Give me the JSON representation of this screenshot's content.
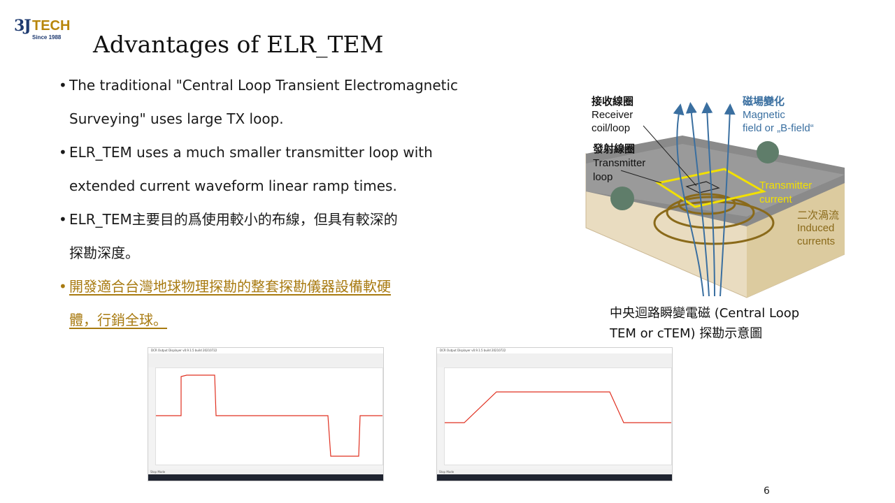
{
  "logo": {
    "mark": "3J",
    "word": "TECH",
    "since": "Since 1988"
  },
  "title": "Advantages of ELR_TEM",
  "bullets": [
    {
      "marker": "•",
      "text": "The traditional \"Central Loop Transient Electromagnetic"
    },
    {
      "marker": "",
      "text": "Surveying\" uses large TX loop."
    },
    {
      "marker": "•",
      "text": "ELR_TEM uses a much smaller transmitter loop with"
    },
    {
      "marker": "",
      "text": "extended current waveform linear ramp times."
    },
    {
      "marker": "•",
      "text": "ELR_TEM主要目的爲使用較小的布線，但具有較深的"
    },
    {
      "marker": "",
      "text": "探勘深度。"
    },
    {
      "marker": "•",
      "text": "開發適合台灣地球物理探勘的整套探勘儀器設備軟硬"
    },
    {
      "marker": "",
      "text": "體，行銷全球。"
    }
  ],
  "figure": {
    "receiver_zh": "接收線圈",
    "receiver_en_1": "Receiver",
    "receiver_en_2": "coil/loop",
    "transmitter_zh": "發射線圈",
    "transmitter_en_1": "Transmitter",
    "transmitter_en_2": "loop",
    "magnetic_zh": "磁場變化",
    "magnetic_en_1": "Magnetic",
    "magnetic_en_2": "field or „B-field“",
    "current_1": "Transmitter",
    "current_2": "current",
    "induced_zh": "二次渦流",
    "induced_en_1": "Induced",
    "induced_en_2": "currents"
  },
  "caption": {
    "line1": "中央迴路瞬變電磁 (Central Loop",
    "line2": "TEM or cTEM) 探勘示意圖"
  },
  "screenshots": [
    {
      "window_title": "DCR Output Displayer v0.9.1.5 build 20210722",
      "status": "Stop Mode",
      "waveform": "bipolar"
    },
    {
      "window_title": "DCR Output Displayer v0.9.1.5 build 20210722",
      "status": "Stop Mode",
      "waveform": "ramp"
    }
  ],
  "page_number": "6",
  "colors": {
    "title": "#111111",
    "highlight": "#a87a10",
    "logo_blue": "#1e3a70",
    "logo_gold": "#b8860b",
    "waveform": "#e03020",
    "field_lines": "#3a6fa0",
    "loop_yellow": "#f2e000",
    "induced": "#8a6a1a"
  }
}
